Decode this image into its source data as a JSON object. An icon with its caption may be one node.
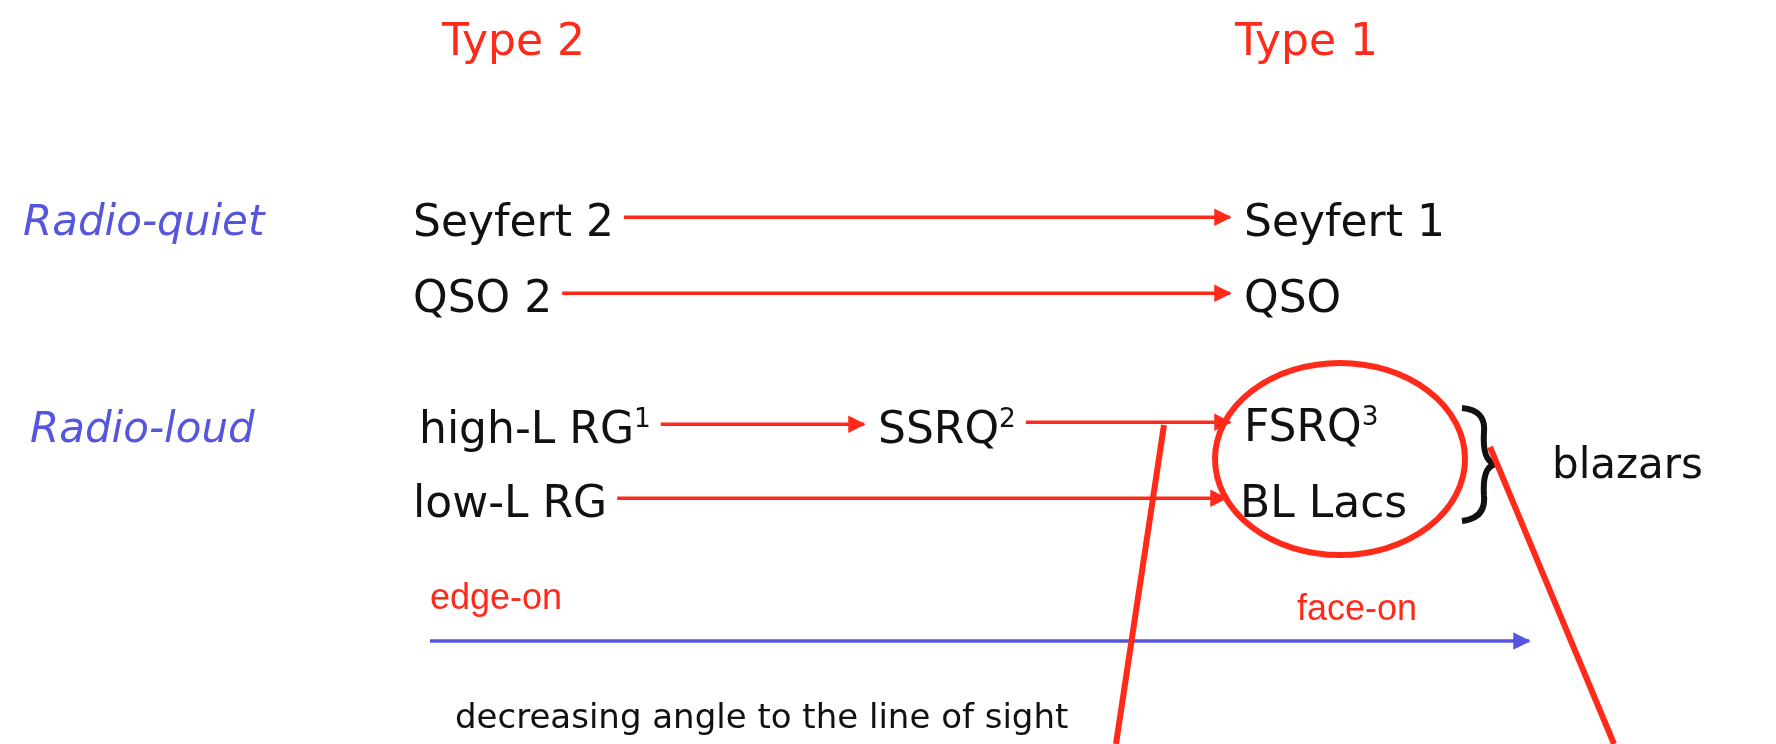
{
  "diagram": {
    "nodes": [
      {
        "text": [
          "Seyfert 2"
        ]
      },
      {
        "text": [
          "Seyfert 1"
        ]
      },
      {
        "text": [
          "QSO 2"
        ]
      },
      {
        "text": [
          "QSO"
        ]
      },
      {
        "text": [
          "high-L RG$^{1}$"
        ]
      },
      {
        "text": [
          "SSRQ$^{2}$"
        ]
      },
      {
        "text": [
          "FSRQ$^{3}$"
        ]
      },
      {
        "text": [
          "low-L RG"
        ]
      },
      {
        "text": [
          "BL Lacs"
        ]
      }
    ],
    "edges": [
      {
        "from": 0,
        "to": 1,
        "arrow": "to"
      },
      {
        "from": 2,
        "to": 3,
        "arrow": "to"
      },
      {
        "from": 4,
        "to": 5,
        "arrow": "to"
      },
      {
        "from": 5,
        "to": 6,
        "arrow": "to"
      },
      {
        "from": 7,
        "to": 8,
        "arrow": "to"
      }
    ],
    "labels": [
      "Type 2",
      "Type 1",
      "Radio-quiet",
      "Radio-loud",
      "blazars",
      "edge-on",
      "face-on",
      "decreasing angle to the line of sight"
    ]
  }
}
